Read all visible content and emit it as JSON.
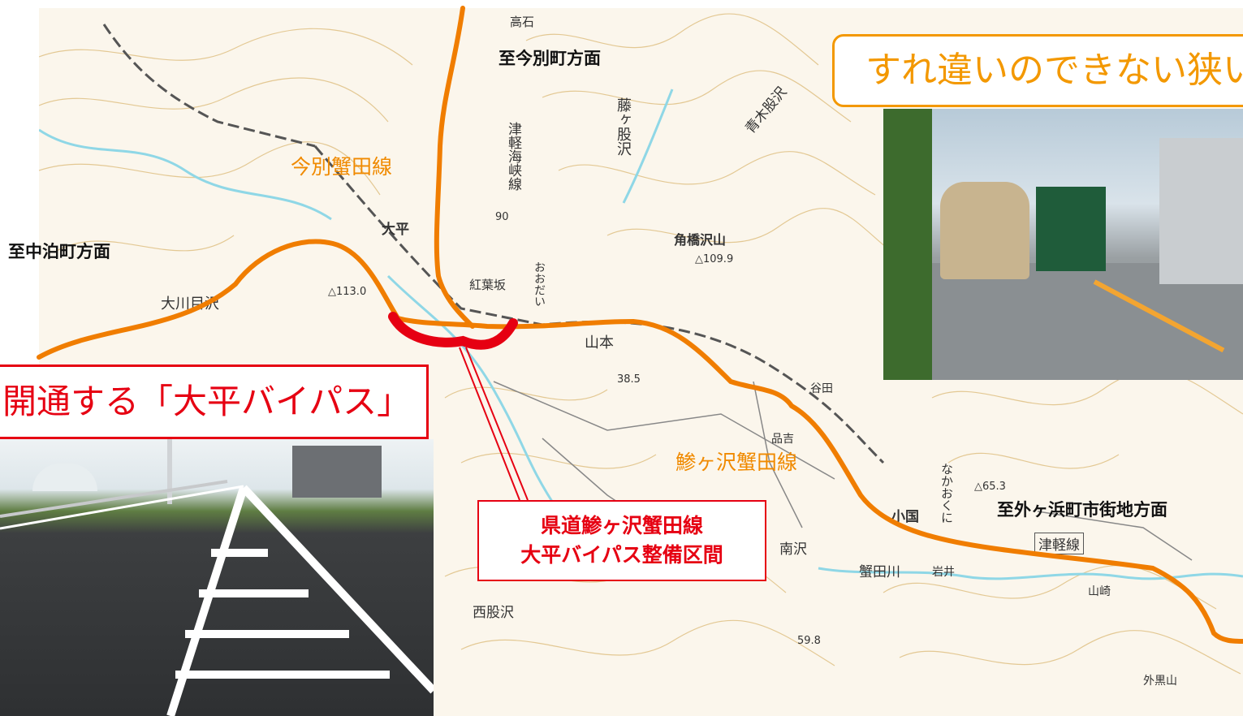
{
  "destinations": {
    "imabetsu": "至今別町方面",
    "nakadomari": "至中泊町方面",
    "sotogahama": "至外ヶ浜町市街地方面"
  },
  "road_names": {
    "imabetsu_kanita": "今別蟹田線",
    "ajigasawa_kanita": "鯵ヶ沢蟹田線"
  },
  "callouts": {
    "narrow_road": "すれ違いのできない狭い",
    "bypass_opening": "開通する「大平バイパス」",
    "section_line1": "県道鯵ヶ沢蟹田線",
    "section_line2": "大平バイパス整備区間"
  },
  "places": {
    "takaishi": "高石",
    "tsugaru_strait": "津軽海峡線",
    "fujigamata": "藤ヶ股沢",
    "aokimata": "青木股沢",
    "odai_village": "大平",
    "tsunobashi": "角橋沢山",
    "elev_1099": "△109.9",
    "momijizaka": "紅葉坂",
    "odai_station": "おおだい",
    "okawame": "大川目沢",
    "elev_1130": "△113.0",
    "elev_90": "90",
    "yamamoto": "山本",
    "elev_385": "38.5",
    "tanida": "谷田",
    "shinayoshi": "品吉",
    "nakaokuni": "なかおくに",
    "elev_653": "△65.3",
    "oguni": "小国",
    "tsugaru_line": "津軽線",
    "minamisawa": "南沢",
    "kanitagawa": "蟹田川",
    "iwai": "岩井",
    "yamazaki": "山崎",
    "nishimata": "西股沢",
    "elev_598": "59.8",
    "sotokuroyama": "外黒山"
  },
  "colors": {
    "road_orange": "#f07d00",
    "bypass_red": "#e60012",
    "callout_orange": "#f39800",
    "contour": "#e3c893",
    "river": "#8fd7e6",
    "railway": "#555555"
  }
}
